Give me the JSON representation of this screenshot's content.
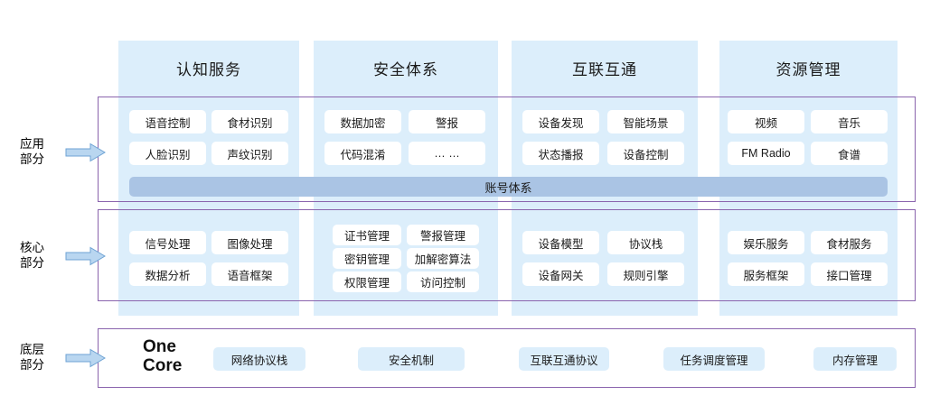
{
  "theme": {
    "pillar_color": "#dceefb",
    "frame_border_color": "#8a64ad",
    "chip_color": "#ffffff",
    "account_bar_color": "#aac4e4",
    "base_chip_color": "#dceefb",
    "arrow_color": "#9ec4e8"
  },
  "columns": [
    {
      "title": "认知服务"
    },
    {
      "title": "安全体系"
    },
    {
      "title": "互联互通"
    },
    {
      "title": "资源管理"
    }
  ],
  "layers": [
    {
      "label": "应用\n部分",
      "arrow": "right-arrow-icon"
    },
    {
      "label": "核心\n部分",
      "arrow": "right-arrow-icon"
    },
    {
      "label": "底层\n部分",
      "arrow": "right-arrow-icon"
    }
  ],
  "application_layer": {
    "columns": [
      {
        "items": [
          "语音控制",
          "食材识别",
          "人脸识别",
          "声纹识别"
        ]
      },
      {
        "items": [
          "数据加密",
          "警报",
          "代码混淆",
          "… …"
        ]
      },
      {
        "items": [
          "设备发现",
          "智能场景",
          "状态播报",
          "设备控制"
        ]
      },
      {
        "items": [
          "视频",
          "音乐",
          "FM Radio",
          "食谱"
        ]
      }
    ],
    "account_bar_label": "账号体系"
  },
  "core_layer": {
    "columns": [
      {
        "items": [
          "信号处理",
          "图像处理",
          "数据分析",
          "语音框架"
        ]
      },
      {
        "items": [
          "证书管理",
          "警报管理",
          "密钥管理",
          "加解密算法",
          "权限管理",
          "访问控制"
        ]
      },
      {
        "items": [
          "设备模型",
          "协议栈",
          "设备网关",
          "规则引擎"
        ]
      },
      {
        "items": [
          "娱乐服务",
          "食材服务",
          "服务框架",
          "接口管理"
        ]
      }
    ]
  },
  "base_layer": {
    "brand": "One\nCore",
    "items": [
      "网络协议栈",
      "安全机制",
      "互联互通协议",
      "任务调度管理",
      "内存管理"
    ]
  }
}
